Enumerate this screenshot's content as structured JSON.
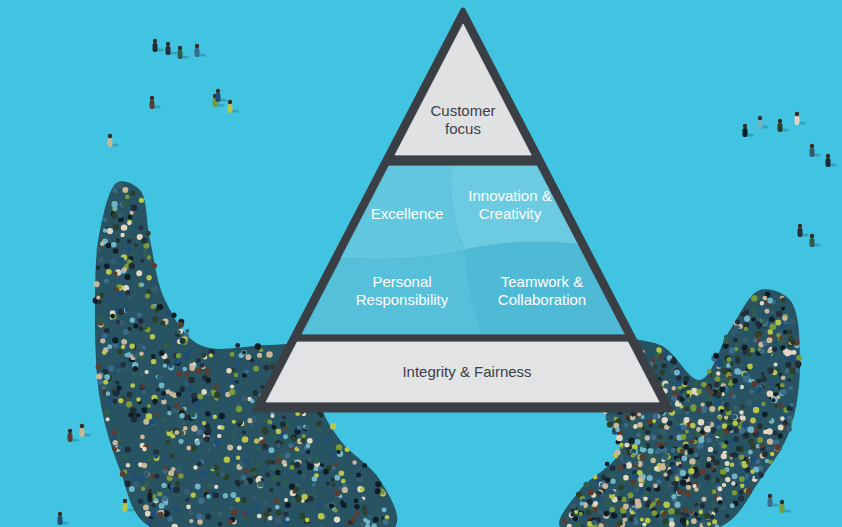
{
  "diagram": {
    "nodes": [
      {
        "text": [
          "Customer focus"
        ]
      },
      {
        "text": [
          "Excellence"
        ]
      },
      {
        "text": [
          "Innovation & Creativity"
        ]
      },
      {
        "text": [
          "Personal Responsibility"
        ]
      },
      {
        "text": [
          "Teamwork & Collaboration"
        ]
      },
      {
        "text": [
          "Integrity & Fairness"
        ]
      }
    ]
  }
}
